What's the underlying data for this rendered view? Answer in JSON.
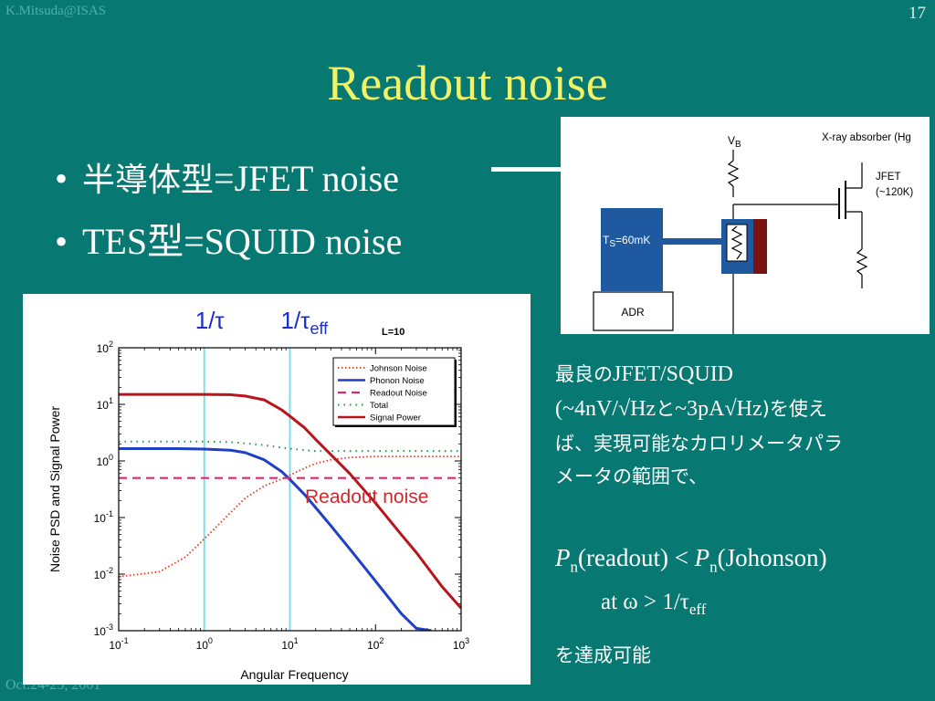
{
  "header": {
    "author": "K.Mitsuda@ISAS",
    "page_number": "17",
    "date": "Oct.24-25, 2001"
  },
  "title": "Readout noise",
  "bullets": [
    {
      "jp": "半導体型",
      "text": "=JFET noise"
    },
    {
      "jp": "TES型",
      "text": "=SQUID noise"
    }
  ],
  "right_text": {
    "line1_jp": "最良の",
    "line1": "JFET/SQUID",
    "line2a": "(~4nV/√Hz",
    "line2b_jp": "と",
    "line2c": "~3pA√Hz",
    "line2d_jp": ")を使え",
    "line3_jp": "ば、実現可能なカロリメータパラ",
    "line4_jp": "メータの範囲で、",
    "eq1_P": "P",
    "eq1_n": "n",
    "eq1_mid": "(readout) < ",
    "eq1_P2": "P",
    "eq1_n2": "n",
    "eq1_end": "(Johonson)",
    "eq2_at": "at ω > 1/τ",
    "eq2_sub": "eff",
    "line_last_jp": "を達成可能"
  },
  "circuit": {
    "vb_main": "V",
    "vb_sub": "B",
    "absorber": "X-ray absorber (Hg",
    "jfet_line1": "JFET",
    "jfet_line2": "(~120K)",
    "ts_main": "T",
    "ts_sub": "S",
    "ts_end": "=60mK",
    "adr": "ADR",
    "colors": {
      "bath": "#1f5aa0",
      "absorber": "#7a1212"
    }
  },
  "chart_data": {
    "type": "line",
    "xscale": "log",
    "yscale": "log",
    "xlim": [
      0.1,
      1000
    ],
    "ylim": [
      0.001,
      100
    ],
    "xlabel": "Angular Frequency",
    "ylabel": "Noise PSD and Signal Power",
    "xticks": [
      {
        "base": "10",
        "exp": "-1"
      },
      {
        "base": "10",
        "exp": "0"
      },
      {
        "base": "10",
        "exp": "1"
      },
      {
        "base": "10",
        "exp": "2"
      },
      {
        "base": "10",
        "exp": "3"
      }
    ],
    "yticks": [
      {
        "base": "10",
        "exp": "-3"
      },
      {
        "base": "10",
        "exp": "-2"
      },
      {
        "base": "10",
        "exp": "-1"
      },
      {
        "base": "10",
        "exp": "0"
      },
      {
        "base": "10",
        "exp": "1"
      },
      {
        "base": "10",
        "exp": "2"
      }
    ],
    "legend_position": "top-right",
    "grid": false,
    "annotation_top": "L=10",
    "vlines": [
      {
        "x": 1.0,
        "main": "1/τ",
        "sub": "",
        "color": "#66e0f0"
      },
      {
        "x": 10.0,
        "main": "1/τ",
        "sub": "eff",
        "color": "#66e0f0"
      }
    ],
    "callout": "Readout noise",
    "series": [
      {
        "name": "Johnson Noise",
        "color": "#e03a1e",
        "dash": "1.5,2.5",
        "width": 1.8,
        "x": [
          0.1,
          0.3,
          0.6,
          1,
          2,
          3,
          5,
          8,
          10,
          15,
          20,
          30,
          50,
          100,
          300,
          1000
        ],
        "y": [
          0.009,
          0.011,
          0.02,
          0.042,
          0.12,
          0.22,
          0.36,
          0.48,
          0.56,
          0.75,
          0.9,
          1.05,
          1.15,
          1.2,
          1.2,
          1.2
        ]
      },
      {
        "name": "Phonon Noise",
        "color": "#1f3fc4",
        "dash": "",
        "width": 3,
        "x": [
          0.1,
          0.5,
          1,
          2,
          3,
          5,
          8,
          10,
          15,
          20,
          30,
          50,
          100,
          200,
          300,
          450
        ],
        "y": [
          1.65,
          1.65,
          1.62,
          1.55,
          1.4,
          1.05,
          0.65,
          0.47,
          0.25,
          0.15,
          0.072,
          0.028,
          0.0075,
          0.002,
          0.0011,
          0.001
        ]
      },
      {
        "name": "Readout Noise",
        "color": "#e0286a",
        "dash": "9,6",
        "width": 2.2,
        "x": [
          0.1,
          1000
        ],
        "y": [
          0.5,
          0.5
        ]
      },
      {
        "name": "Total",
        "color": "#1a9b4a",
        "dash": "1.5,5",
        "width": 2,
        "x": [
          0.1,
          0.5,
          1,
          2,
          3,
          5,
          8,
          10,
          15,
          20,
          30,
          50,
          100,
          300,
          1000
        ],
        "y": [
          2.2,
          2.2,
          2.2,
          2.15,
          2.05,
          1.9,
          1.72,
          1.65,
          1.55,
          1.5,
          1.5,
          1.5,
          1.5,
          1.5,
          1.5
        ]
      },
      {
        "name": "Signal Power",
        "color": "#b8141b",
        "dash": "",
        "width": 3,
        "x": [
          0.1,
          0.5,
          1,
          2,
          3,
          5,
          8,
          10,
          15,
          20,
          30,
          50,
          100,
          200,
          300,
          600,
          1000
        ],
        "y": [
          15,
          15,
          15,
          14.8,
          14,
          12,
          8,
          6.2,
          3.8,
          2.4,
          1.3,
          0.6,
          0.18,
          0.05,
          0.024,
          0.006,
          0.0025
        ]
      }
    ]
  }
}
